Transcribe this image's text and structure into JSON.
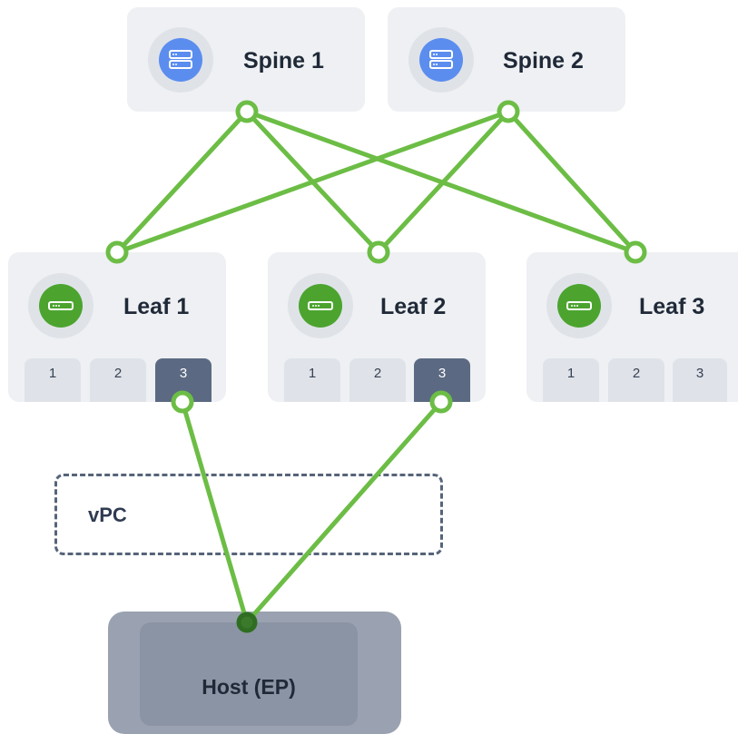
{
  "colors": {
    "link": "#6cbd45",
    "link_host_end": "#2f6e22",
    "spine_icon": "#5b8def",
    "leaf_icon": "#4ca42f",
    "active_port": "#5b6a82",
    "vpc_border": "#56647a"
  },
  "spines": [
    {
      "label": "Spine 1",
      "icon": "server-icon"
    },
    {
      "label": "Spine 2",
      "icon": "server-icon"
    }
  ],
  "leaves": [
    {
      "label": "Leaf 1",
      "icon": "switch-icon",
      "ports": [
        "1",
        "2",
        "3"
      ],
      "active_port": "3"
    },
    {
      "label": "Leaf 2",
      "icon": "switch-icon",
      "ports": [
        "1",
        "2",
        "3"
      ],
      "active_port": "3"
    },
    {
      "label": "Leaf 3",
      "icon": "switch-icon",
      "ports": [
        "1",
        "2",
        "3"
      ],
      "active_port": ""
    }
  ],
  "vpc": {
    "label": "vPC"
  },
  "host": {
    "label": "Host (EP)"
  }
}
